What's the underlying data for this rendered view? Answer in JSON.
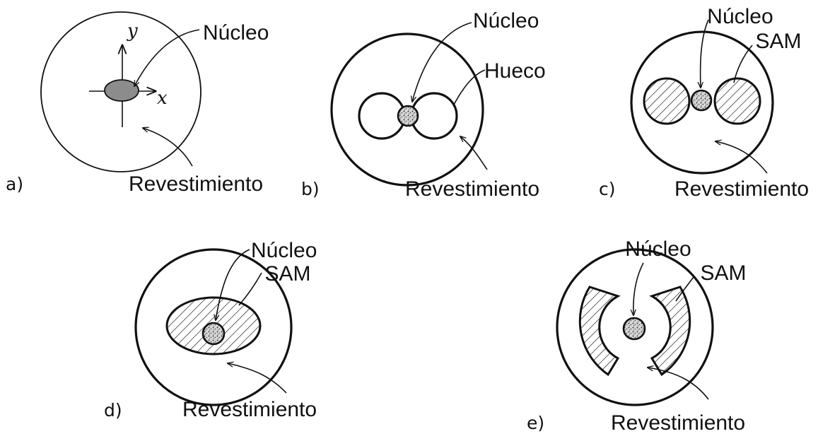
{
  "colors": {
    "line": "#111111",
    "core_fill_a": "#8c8c8c",
    "core_speckle_bg": "#d6d6d6",
    "background": "#ffffff"
  },
  "panels": [
    {
      "id": "a",
      "tag": "a)",
      "core_label": "Núcleo",
      "cladding_label": "Revestimiento",
      "x_axis": "x",
      "y_axis": "y"
    },
    {
      "id": "b",
      "tag": "b)",
      "core_label": "Núcleo",
      "hole_label": "Hueco",
      "cladding_label": "Revestimiento"
    },
    {
      "id": "c",
      "tag": "c)",
      "core_label": "Núcleo",
      "sam_label": "SAM",
      "cladding_label": "Revestimiento"
    },
    {
      "id": "d",
      "tag": "d)",
      "core_label": "Núcleo",
      "sam_label": "SAM",
      "cladding_label": "Revestimiento"
    },
    {
      "id": "e",
      "tag": "e)",
      "core_label": "Núcleo",
      "sam_label": "SAM",
      "cladding_label": "Revestimiento"
    }
  ]
}
